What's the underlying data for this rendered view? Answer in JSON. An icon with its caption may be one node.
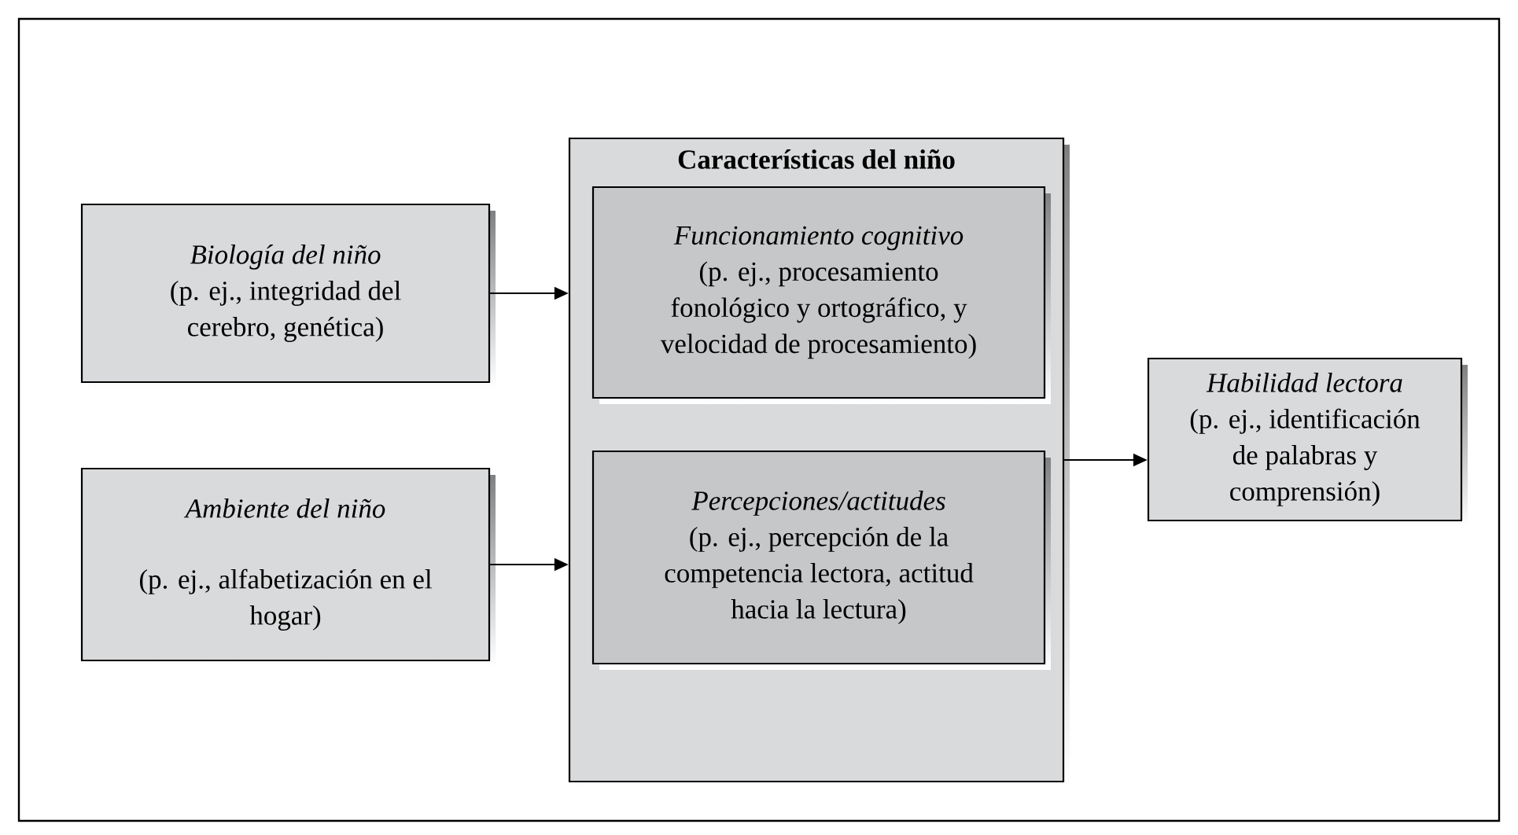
{
  "diagram": {
    "nodes": [
      {
        "text": [
          "Biología del niño",
          "(p. ej., integridad del cerebro, genética)"
        ]
      },
      {
        "text": [
          "Ambiente del niño",
          "(p. ej., alfabetización en el hogar)"
        ]
      },
      {
        "text": [
          "Características del niño"
        ]
      },
      {
        "text": [
          "Funcionamiento cognitivo",
          "(p. ej., procesamiento fonológico y ortográfico, y velocidad de procesamiento)"
        ],
        "in": 2
      },
      {
        "text": [
          "Percepciones/actitudes",
          "(p. ej., percepción de la competencia lectora, actitud hacia la lectura)"
        ],
        "in": 2
      },
      {
        "text": [
          "Habilidad lectora",
          "(p. ej., identificación de palabras y comprensión)"
        ]
      }
    ],
    "edges": [
      {
        "from": 0,
        "to": 2,
        "arrow": "to"
      },
      {
        "from": 1,
        "to": 2,
        "arrow": "to"
      },
      {
        "from": 2,
        "to": 5,
        "arrow": "to"
      }
    ]
  }
}
